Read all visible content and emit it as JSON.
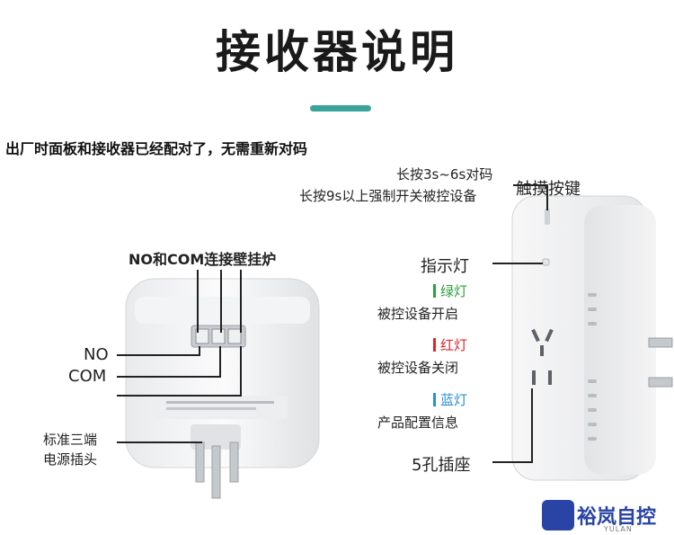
{
  "title": "接收器说明",
  "subtitle": "出厂时面板和接收器已经配对了，无需重新对码",
  "left_device": {
    "top_label": "NO和COM连接壁挂炉",
    "no_label": "NO",
    "com_label": "COM",
    "plug_label_line1": "标准三端",
    "plug_label_line2": "电源插头"
  },
  "right_device": {
    "long_press_line1": "长按3s~6s对码",
    "long_press_line2": "长按9s以上强制开关被控设备",
    "touch_key_label": "触摸按键",
    "indicator_label": "指示灯",
    "green": {
      "tag": "绿灯",
      "desc": "被控设备开启",
      "color": "#2e9e3e"
    },
    "red": {
      "tag": "红灯",
      "desc": "被控设备关闭",
      "color": "#d9262c"
    },
    "blue": {
      "tag": "蓝灯",
      "desc": "产品配置信息",
      "color": "#2a8fd0"
    },
    "socket_label": "5孔插座"
  },
  "watermark": {
    "brand": "裕岚自控",
    "sub": "YULAN",
    "color": "#2a44a6"
  }
}
